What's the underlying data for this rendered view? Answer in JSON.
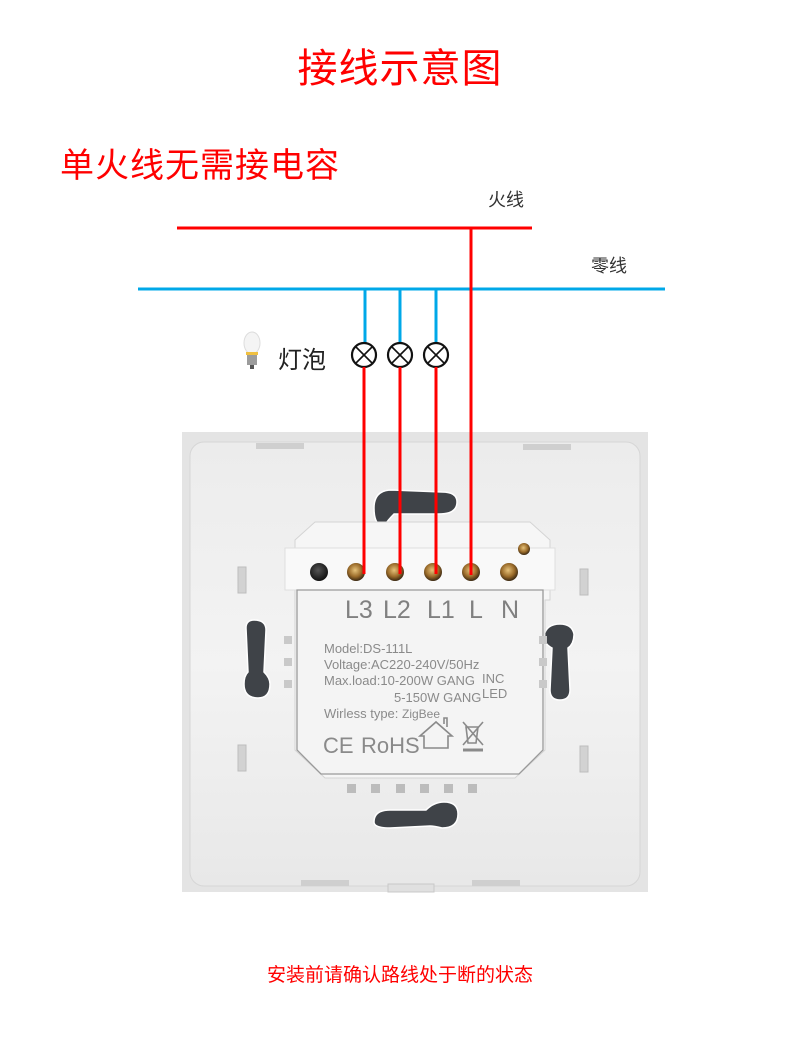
{
  "header": {
    "title": "接线示意图",
    "subtitle": "单火线无需接电容"
  },
  "wires": {
    "live_label": "火线",
    "neutral_label": "零线",
    "live_color": "#ff0000",
    "neutral_color": "#00a8e8"
  },
  "bulbs": {
    "label": "灯泡",
    "icon": "lightbulb-icon",
    "count": 3
  },
  "switch_module": {
    "terminals": [
      "L3",
      "L2",
      "L1",
      "L",
      "N"
    ],
    "specs": {
      "model": "Model:DS-111L",
      "voltage": "Voltage:AC220-240V/50Hz",
      "max_load_inc": "Max.load:10-200W GANG",
      "inc_tag": "INC",
      "max_load_led": "5-150W GANG",
      "led_tag": "LED",
      "wireless_label": "Wirless type:",
      "wireless_value": "ZigBee"
    },
    "certifications": {
      "ce": "CE",
      "rohs": "RoHS",
      "house_icon": "indoor-use-house-icon",
      "weee_icon": "crossed-bin-icon"
    }
  },
  "footer": {
    "note": "安装前请确认路线处于断的状态"
  }
}
